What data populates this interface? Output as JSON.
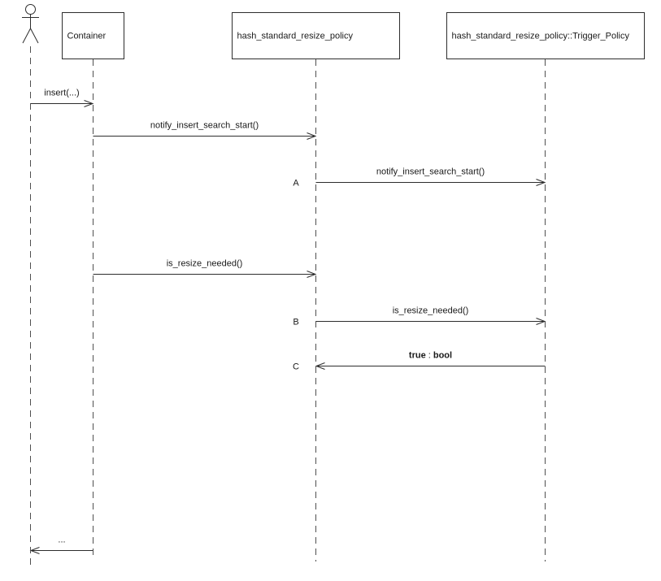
{
  "theme": {
    "background": "#ffffff",
    "line_color": "#2d2d2d",
    "lifeline_color": "#4f4f4f",
    "box_fill": "#ffffff",
    "text_color": "#1a1a1a"
  },
  "actor": {
    "icon": "stick-figure-actor"
  },
  "participants": [
    {
      "label": "Container"
    },
    {
      "label": "hash_standard_resize_policy"
    },
    {
      "label": "hash_standard_resize_policy::Trigger_Policy"
    }
  ],
  "messages": [
    {
      "label": "insert(...)",
      "from": "actor",
      "to": "Container",
      "direction": "right"
    },
    {
      "label": "notify_insert_search_start()",
      "from": "Container",
      "to": "hash_standard_resize_policy",
      "direction": "right"
    },
    {
      "marker": "A",
      "label": "notify_insert_search_start()",
      "from": "hash_standard_resize_policy",
      "to": "hash_standard_resize_policy::Trigger_Policy",
      "direction": "right"
    },
    {
      "label": "is_resize_needed()",
      "from": "Container",
      "to": "hash_standard_resize_policy",
      "direction": "right"
    },
    {
      "marker": "B",
      "label": "is_resize_needed()",
      "from": "hash_standard_resize_policy",
      "to": "hash_standard_resize_policy::Trigger_Policy",
      "direction": "right"
    },
    {
      "marker": "C",
      "label": "true : bool",
      "value": "true",
      "separator": " : ",
      "type": "bool",
      "from": "hash_standard_resize_policy::Trigger_Policy",
      "to": "hash_standard_resize_policy",
      "direction": "left"
    },
    {
      "label": "...",
      "from": "Container",
      "to": "actor",
      "direction": "left"
    }
  ]
}
